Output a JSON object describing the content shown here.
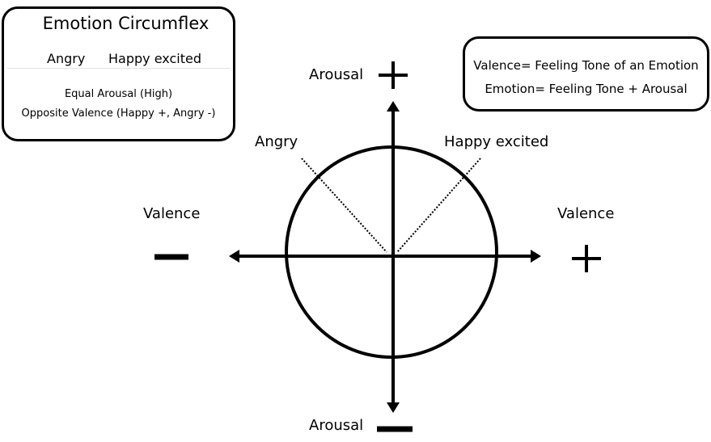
{
  "info_box": {
    "title": "Emotion Circumflex",
    "emotion_left": "Angry",
    "emotion_right": "Happy excited",
    "note_arousal": "Equal Arousal (High)",
    "note_valence": "Opposite Valence (Happy +, Angry -)"
  },
  "definitions": {
    "valence": "Valence= Feeling Tone of an Emotion",
    "emotion": "Emotion= Feeling Tone + Arousal"
  },
  "axes": {
    "vertical_top": "Arousal",
    "vertical_bottom": "Arousal",
    "horizontal_left": "Valence",
    "horizontal_right": "Valence"
  },
  "emotions": {
    "left": "Angry",
    "right": "Happy excited"
  },
  "colors": {
    "ink": "#000000",
    "background": "#ffffff"
  }
}
